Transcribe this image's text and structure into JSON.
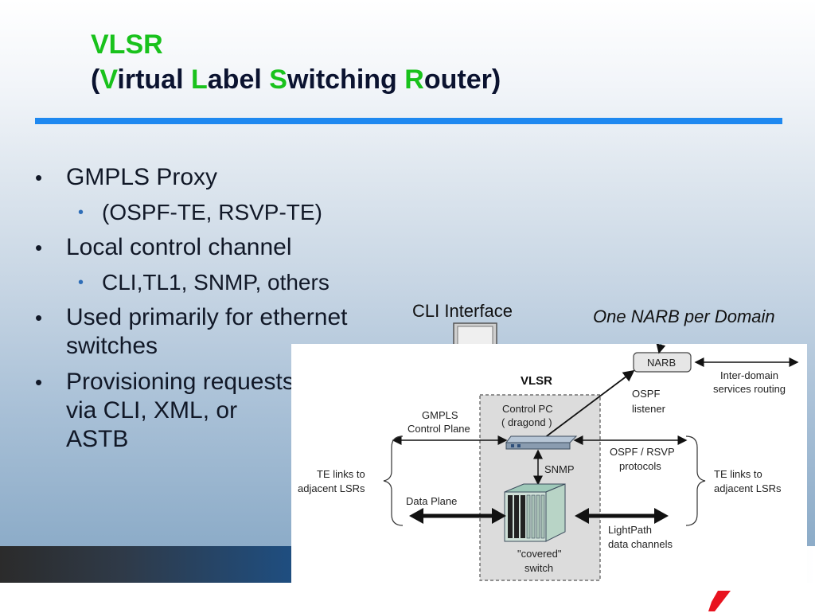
{
  "slide": {
    "title_line1": "VLSR",
    "title_line2": {
      "open": "(",
      "v": "V",
      "v_rest": "irtual ",
      "l": "L",
      "l_rest": "abel ",
      "s": "S",
      "s_rest": "witching ",
      "r": "R",
      "r_rest": "outer)"
    },
    "bullets": [
      {
        "text": "GMPLS Proxy",
        "sub": [
          "(OSPF-TE, RSVP-TE)"
        ]
      },
      {
        "text": "Local control channel",
        "sub": [
          "CLI,TL1, SNMP, others"
        ]
      },
      {
        "text": "Used primarily for ethernet switches",
        "sub": []
      },
      {
        "text": "Provisioning requests via CLI, XML, or ASTB",
        "sub": []
      }
    ],
    "colors": {
      "accent_green": "#19c21c",
      "title_bar": "#1e88f0",
      "logo_red": "#e8131f"
    }
  },
  "diagram": {
    "cli_interface_label": "CLI Interface",
    "narb_per_domain_label": "One NARB per Domain",
    "vlsr_box_label": "VLSR",
    "narb_box_label": "NARB",
    "inter_domain_line1": "Inter-domain",
    "inter_domain_line2": "services routing",
    "ospf_listener_line1": "OSPF",
    "ospf_listener_line2": "listener",
    "control_pc_line1": "Control PC",
    "control_pc_line2": "( dragond )",
    "gmpls_line1": "GMPLS",
    "gmpls_line2": "Control Plane",
    "ospf_rsvp_line1": "OSPF / RSVP",
    "ospf_rsvp_line2": "protocols",
    "snmp_label": "SNMP",
    "te_left_line1": "TE links to",
    "te_left_line2": "adjacent LSRs",
    "te_right_line1": "TE links to",
    "te_right_line2": "adjacent LSRs",
    "data_plane_label": "Data Plane",
    "lightpath_line1": "LightPath",
    "lightpath_line2": "data channels",
    "switch_line1": "\"covered\"",
    "switch_line2": "switch",
    "icons": [
      "laptop-icon",
      "router-icon",
      "switch-chassis-icon",
      "logo-mark"
    ]
  }
}
